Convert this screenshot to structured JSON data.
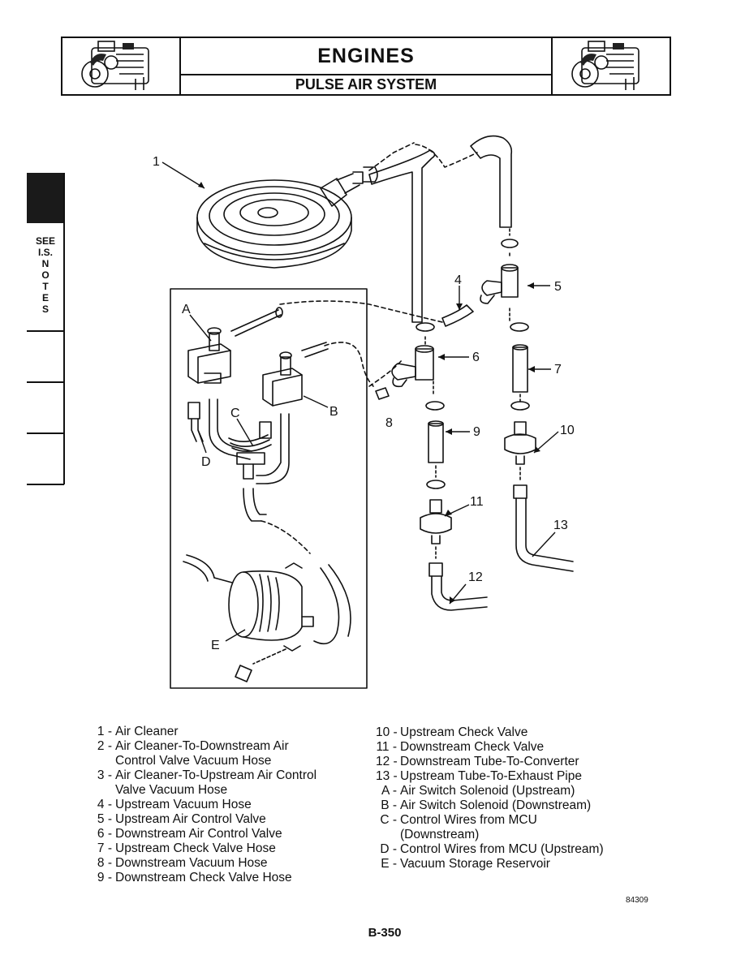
{
  "header": {
    "title": "ENGINES",
    "subtitle": "PULSE AIR SYSTEM"
  },
  "side": {
    "note_lines": [
      "SEE",
      "I.S.",
      "N",
      "O",
      "T",
      "E",
      "S"
    ]
  },
  "diagram": {
    "callouts": [
      "1",
      "4",
      "5",
      "6",
      "7",
      "8",
      "9",
      "10",
      "11",
      "12",
      "13",
      "A",
      "B",
      "C",
      "D",
      "E"
    ]
  },
  "legend_left": [
    {
      "key": "1 -",
      "text": "Air Cleaner"
    },
    {
      "key": "2 -",
      "text": "Air Cleaner-To-Downstream Air"
    },
    {
      "key": "",
      "text": "Control Valve Vacuum Hose"
    },
    {
      "key": "3 -",
      "text": "Air Cleaner-To-Upstream Air Control"
    },
    {
      "key": "",
      "text": "Valve Vacuum Hose"
    },
    {
      "key": "4 -",
      "text": "Upstream Vacuum Hose"
    },
    {
      "key": "5 -",
      "text": "Upstream Air Control Valve"
    },
    {
      "key": "6 -",
      "text": "Downstream Air Control Valve"
    },
    {
      "key": "7 -",
      "text": "Upstream Check Valve Hose"
    },
    {
      "key": "8 -",
      "text": "Downstream Vacuum Hose"
    },
    {
      "key": "9 -",
      "text": "Downstream Check Valve Hose"
    }
  ],
  "legend_right": [
    {
      "key": "10 -",
      "text": "Upstream Check Valve"
    },
    {
      "key": "11 -",
      "text": "Downstream Check Valve"
    },
    {
      "key": "12 -",
      "text": "Downstream Tube-To-Converter"
    },
    {
      "key": "13 -",
      "text": "Upstream Tube-To-Exhaust Pipe"
    },
    {
      "key": "A -",
      "text": "Air Switch Solenoid (Upstream)"
    },
    {
      "key": "B -",
      "text": "Air Switch Solenoid (Downstream)"
    },
    {
      "key": "C -",
      "text": "Control Wires from MCU"
    },
    {
      "key": "",
      "text": "(Downstream)"
    },
    {
      "key": "D -",
      "text": "Control Wires from MCU (Upstream)"
    },
    {
      "key": "E -",
      "text": "Vacuum Storage Reservoir"
    }
  ],
  "footer": {
    "figure_number": "84309",
    "page_number": "B-350"
  }
}
